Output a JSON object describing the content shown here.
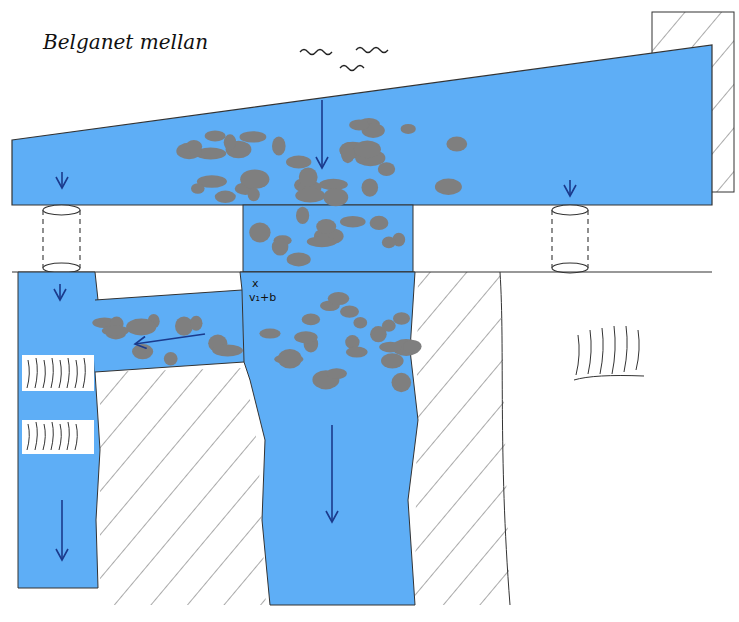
{
  "diagram": {
    "labels": [
      "Belganet mellan",
      "x",
      "v₁+b"
    ]
  }
}
